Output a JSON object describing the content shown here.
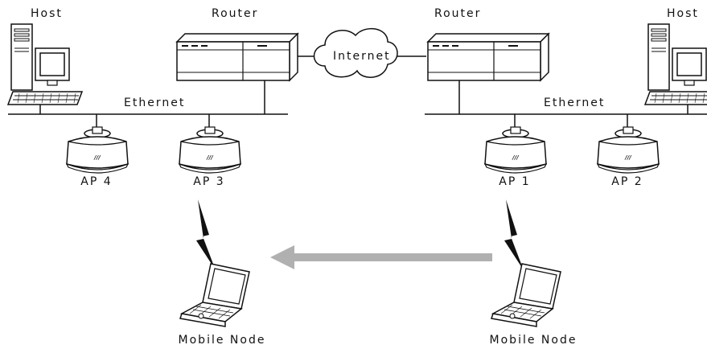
{
  "labels": {
    "host_left": "Host",
    "host_right": "Host",
    "router_left": "Router",
    "router_right": "Router",
    "internet": "Internet",
    "ethernet_left": "Ethernet",
    "ethernet_right": "Ethernet",
    "ap4": "AP 4",
    "ap3": "AP 3",
    "ap1": "AP 1",
    "ap2": "AP 2",
    "mobile_node_left": "Mobile Node",
    "mobile_node_right": "Mobile Node"
  },
  "colors": {
    "line": "#111111",
    "arrow": "#b0b0b0",
    "device_fill": "#ffffff"
  }
}
